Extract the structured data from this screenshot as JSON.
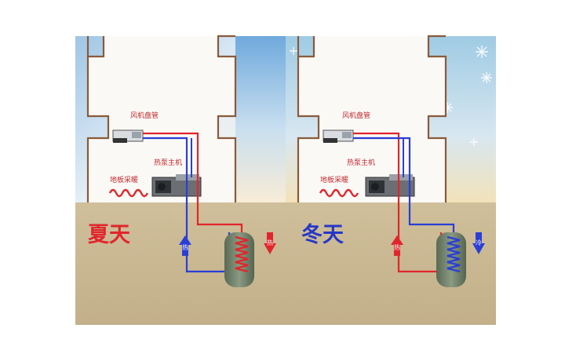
{
  "colors": {
    "hot_pipe": "#e0262c",
    "cold_pipe": "#2a3ed6",
    "ground": "#c9b892",
    "wall": "#fbf9f6",
    "wall_edge": "#8a5a3a"
  },
  "summer": {
    "season": "夏天",
    "labels": {
      "fan_coil": "风机盘管",
      "heat_pump": "热泵主机",
      "floor_heating": "地板采暖"
    },
    "up_arrow_char": "热",
    "down_arrow_char": "热"
  },
  "winter": {
    "season": "冬天",
    "labels": {
      "fan_coil": "风机盘管",
      "heat_pump": "热泵主机",
      "floor_heating": "地板采暖"
    },
    "up_arrow_char": "热",
    "down_arrow_char": "冷"
  }
}
